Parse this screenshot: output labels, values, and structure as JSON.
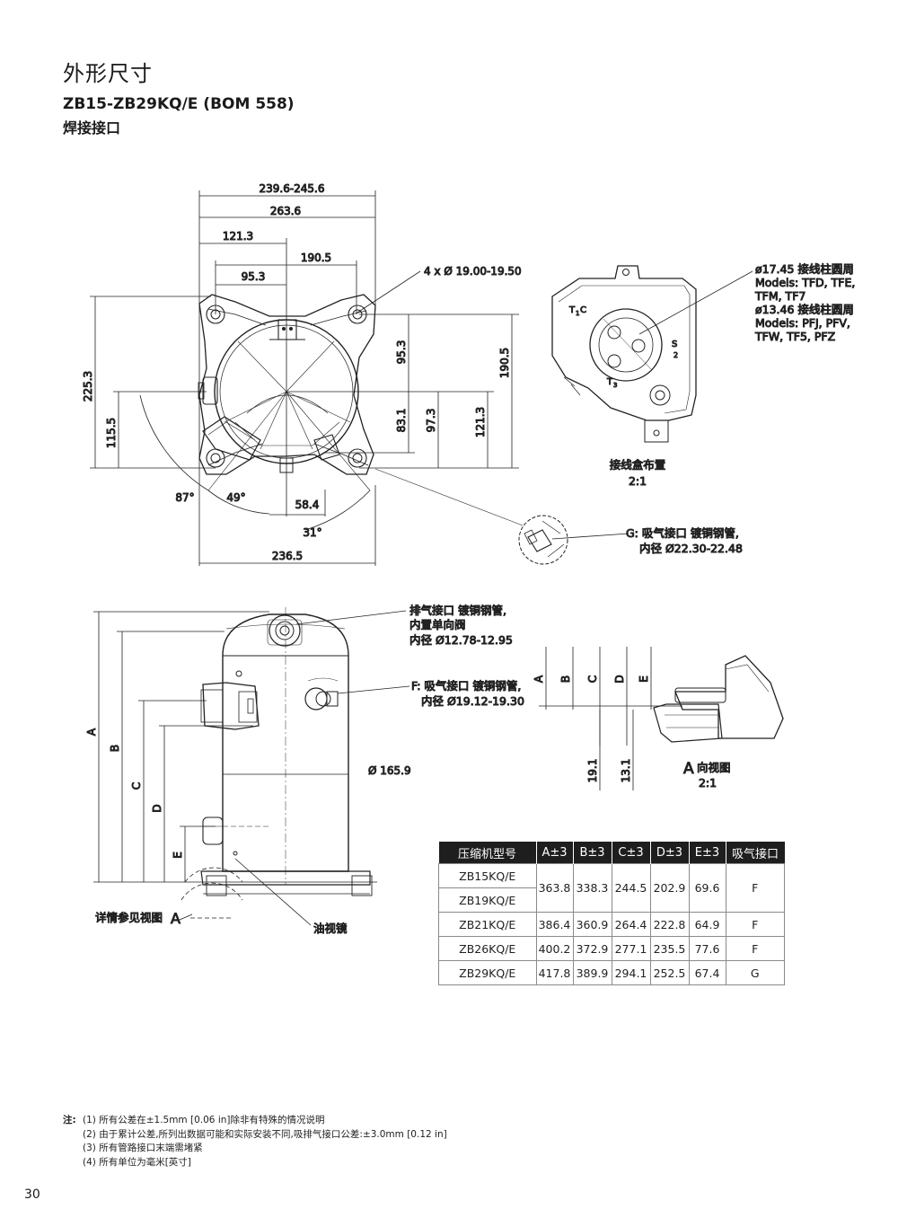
{
  "header": {
    "title": "外形尺寸",
    "subtitle": "ZB15-ZB29KQ/E (BOM 558)",
    "subtitle2": "焊接接口"
  },
  "top_view": {
    "dims": {
      "w1": "239.6-245.6",
      "w2": "263.6",
      "w3": "121.3",
      "w4": "190.5",
      "w5": "95.3",
      "holes": "4 x Ø 19.00-19.50",
      "h_225": "225.3",
      "h_115": "115.5",
      "v_95": "95.3",
      "v_190": "190.5",
      "v_83": "83.1",
      "v_97": "97.3",
      "v_121": "121.3",
      "a87": "87°",
      "a49": "49°",
      "d58": "58.4",
      "a31": "31°",
      "d236": "236.5"
    }
  },
  "terminal_box": {
    "note_lines": [
      "ø17.45 接线柱圆周",
      "Models: TFD, TFE,",
      "TFM, TF7",
      "ø13.46 接线柱圆周",
      "Models: PFJ, PFV,",
      "TFW, TF5, PFZ"
    ],
    "caption": "接线盒布置",
    "scale": "2:1",
    "t1c": "T",
    "t1c_sub": "1",
    "t1c_c": "C",
    "s_top": "S",
    "s_bot": "2",
    "t3": "T",
    "t3_sub": "3"
  },
  "suction_g": {
    "lines": [
      "G: 吸气接口 镀铜钢管,",
      "内径 Ø22.30-22.48"
    ]
  },
  "side_view": {
    "discharge_lines": [
      "排气接口 镀铜钢管,",
      "内置单向阀",
      "内径 Ø12.78-12.95"
    ],
    "suction_f_lines": [
      "F: 吸气接口 镀铜钢管,",
      "内径 Ø19.12-19.30"
    ],
    "diameter": "Ø 165.9",
    "letters": [
      "A",
      "B",
      "C",
      "D",
      "E"
    ],
    "detail_ref": "详情参见视图",
    "detail_letter": "A",
    "sight_glass": "油视镜"
  },
  "view_a": {
    "letters": [
      "A",
      "B",
      "C",
      "D",
      "E"
    ],
    "d19": "19.1",
    "d13": "13.1",
    "caption_letter": "A",
    "caption": "向视图",
    "scale": "2:1"
  },
  "spec_table": {
    "headers": [
      "压缩机型号",
      "A±3",
      "B±3",
      "C±3",
      "D±3",
      "E±3",
      "吸气接口"
    ],
    "rows": [
      {
        "model": "ZB15KQ/E",
        "A": "363.8",
        "B": "338.3",
        "C": "244.5",
        "D": "202.9",
        "E": "69.6",
        "port": "F"
      },
      {
        "model": "ZB19KQ/E"
      },
      {
        "model": "ZB21KQ/E",
        "A": "386.4",
        "B": "360.9",
        "C": "264.4",
        "D": "222.8",
        "E": "64.9",
        "port": "F"
      },
      {
        "model": "ZB26KQ/E",
        "A": "400.2",
        "B": "372.9",
        "C": "277.1",
        "D": "235.5",
        "E": "77.6",
        "port": "F"
      },
      {
        "model": "ZB29KQ/E",
        "A": "417.8",
        "B": "389.9",
        "C": "294.1",
        "D": "252.5",
        "E": "67.4",
        "port": "G"
      }
    ]
  },
  "notes": {
    "lead": "注:",
    "items": [
      "(1)  所有公差在±1.5mm [0.06 in]除非有特殊的情况说明",
      "(2)  由于累计公差,所列出数据可能和实际安装不同,吸排气接口公差:±3.0mm [0.12 in]",
      "(3)  所有管路接口末端需堵紧",
      "(4)  所有单位为毫米[英寸]"
    ]
  },
  "page_number": "30"
}
